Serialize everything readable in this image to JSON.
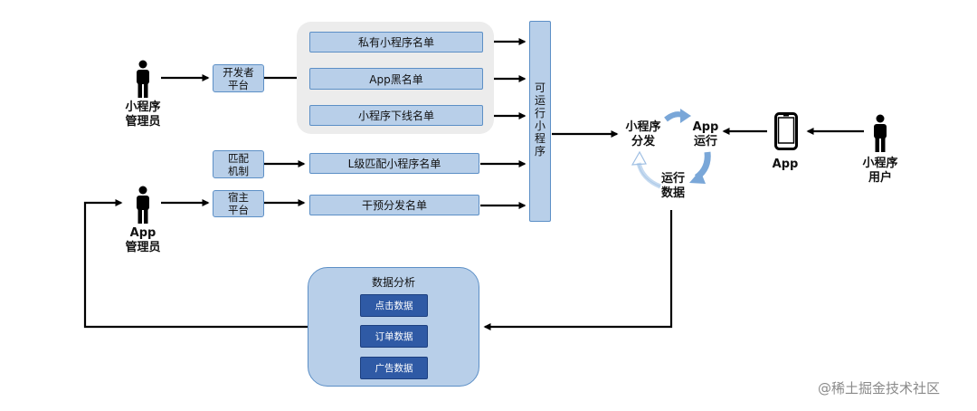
{
  "roles": {
    "miniprogram_admin": "小程序\n管理员",
    "app_admin": "App\n管理员",
    "miniprogram_user": "小程序\n用户"
  },
  "platforms": {
    "developer": "开发者\n平台",
    "match_mechanism": "匹配\n机制",
    "host": "宿主\n平台"
  },
  "lists": {
    "private": "私有小程序名单",
    "app_blacklist": "App黑名单",
    "offline": "小程序下线名单",
    "l_level": "L级匹配小程序名单",
    "intervention": "干预分发名单"
  },
  "vertical_box": "可\n运\n行\n小\n程\n序",
  "cycle": {
    "distribute": "小程序\n分发",
    "app_run": "App\n运行",
    "run_data": "运行\n数据"
  },
  "app_label": "App",
  "analysis": {
    "title": "数据分析",
    "items": [
      "点击数据",
      "订单数据",
      "广告数据"
    ]
  },
  "watermark": "@稀土掘金技术社区",
  "colors": {
    "box_fill": "#b8cfe9",
    "box_border": "#5c8fc6",
    "data_box": "#2f5aa5",
    "gray_group": "#ececec",
    "cycle_arrow_dark": "#7aa7d8",
    "cycle_arrow_light": "#c5daf0"
  },
  "icons": [
    "person-icon",
    "phone-icon",
    "arrow-icon"
  ]
}
